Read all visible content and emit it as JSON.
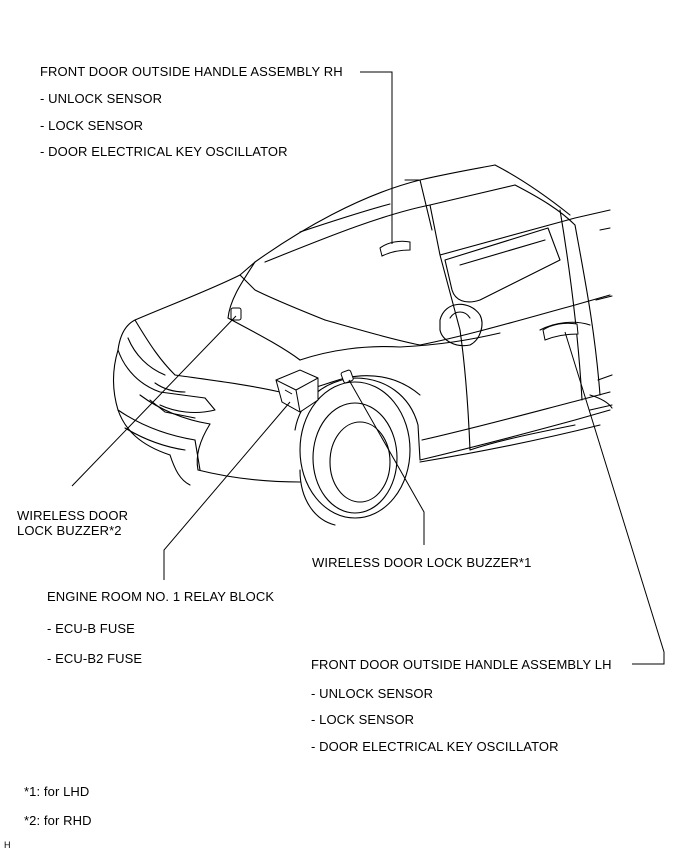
{
  "rh_handle": {
    "title": "FRONT DOOR OUTSIDE HANDLE ASSEMBLY RH",
    "items": [
      "- UNLOCK SENSOR",
      "- LOCK SENSOR",
      "- DOOR ELECTRICAL KEY OSCILLATOR"
    ]
  },
  "buzzer2": {
    "line1": "WIRELESS DOOR",
    "line2": "LOCK BUZZER*2"
  },
  "buzzer1": {
    "title": "WIRELESS DOOR LOCK BUZZER*1"
  },
  "relay_block": {
    "title": "ENGINE ROOM NO. 1 RELAY BLOCK",
    "items": [
      "- ECU-B FUSE",
      "- ECU-B2 FUSE"
    ]
  },
  "lh_handle": {
    "title": "FRONT DOOR OUTSIDE HANDLE ASSEMBLY LH",
    "items": [
      "- UNLOCK SENSOR",
      "- LOCK SENSOR",
      "- DOOR ELECTRICAL KEY OSCILLATOR"
    ]
  },
  "notes": [
    "*1: for LHD",
    "*2: for RHD"
  ],
  "corner_mark": "H"
}
